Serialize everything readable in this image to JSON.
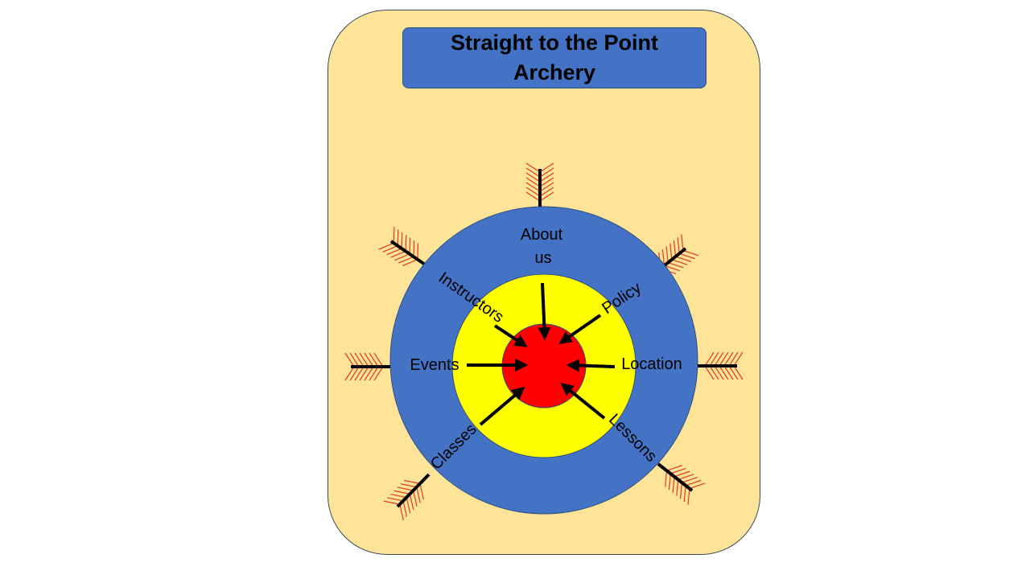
{
  "title": "Straight to the Point Archery",
  "target": {
    "labels": {
      "about_line1": "About",
      "about_line2": "us",
      "instructors": "Instructors",
      "policy": "Policy",
      "events": "Events",
      "location": "Location",
      "classes": "Classes",
      "lessons": "Lessons"
    },
    "colors": {
      "outer_ring": "#4472c4",
      "middle_ring": "#ffff00",
      "bullseye": "#ff0000",
      "fletching": "#e53a1f",
      "shaft": "#000000",
      "background_panel": "#fde499"
    }
  }
}
